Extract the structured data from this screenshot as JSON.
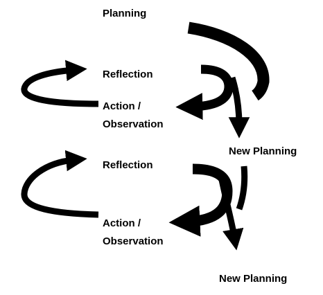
{
  "cycle_1": {
    "planning": "Planning",
    "reflection": "Reflection",
    "action_line1": "Action /",
    "action_line2": "Observation",
    "new_planning": "New Planning"
  },
  "cycle_2": {
    "reflection": "Reflection",
    "action_line1": "Action /",
    "action_line2": "Observation",
    "new_planning": "New Planning"
  },
  "colors": {
    "arrow": "#000000",
    "background": "#ffffff"
  }
}
